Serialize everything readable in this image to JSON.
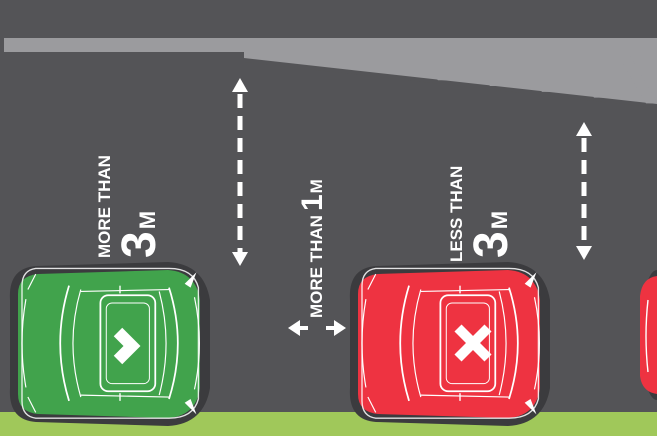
{
  "colors": {
    "road": "#545457",
    "road_marking": "#9b9b9e",
    "verge": "#a0c85a",
    "car_ok": "#41a34c",
    "car_bad": "#ee3341",
    "shadow": "#3b3b3e"
  },
  "labels": {
    "left_gap_prefix": "MORE THAN",
    "left_gap_value": "3",
    "left_gap_unit": "M",
    "middle_gap_prefix": "MORE THAN",
    "middle_gap_value": "1",
    "middle_gap_unit": "M",
    "right_gap_prefix": "LESS THAN",
    "right_gap_value": "3",
    "right_gap_unit": "M"
  },
  "icons": {
    "green_car_mark": "check-mark",
    "red_car_mark": "cross-mark"
  }
}
